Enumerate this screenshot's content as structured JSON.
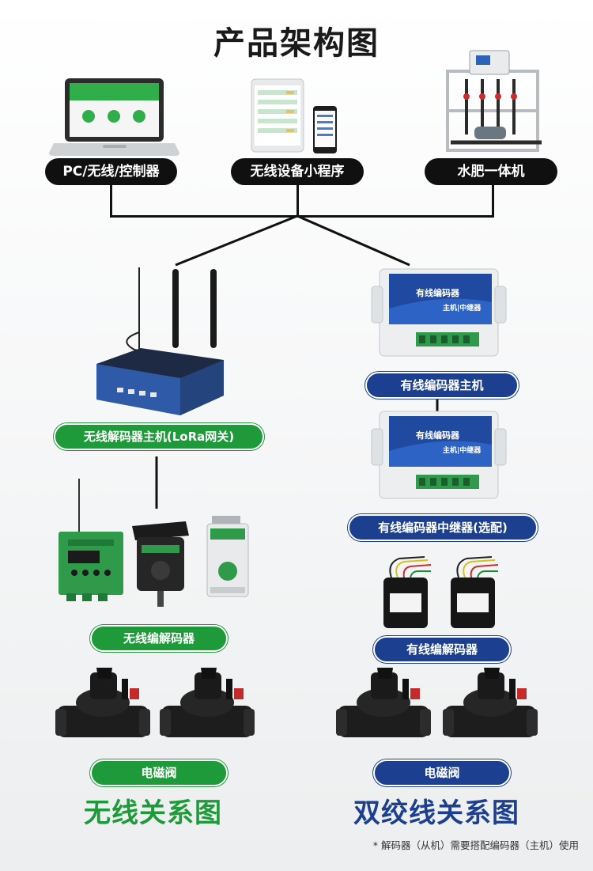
{
  "title": "产品架构图",
  "top_labels": {
    "pc": "PC/无线/控制器",
    "miniapp": "无线设备小程序",
    "fertigation": "水肥一体机"
  },
  "wireless": {
    "gateway": "无线解码器主机(LoRa网关)",
    "decoder": "无线编解码器",
    "valve": "电磁阀",
    "caption": "无线关系图"
  },
  "wired": {
    "host": "有线编码器主机",
    "repeater": "有线编码器中继器(选配)",
    "decoder": "有线编解码器",
    "valve": "电磁阀",
    "caption": "双绞线关系图",
    "device_label_1": "有线编码器",
    "device_label_2": "主机|中继器"
  },
  "note": "* 解码器（从机）需要搭配编码器（主机）使用",
  "colors": {
    "green": "#1f9a3a",
    "blue": "#1c3f8f",
    "black": "#101010"
  }
}
